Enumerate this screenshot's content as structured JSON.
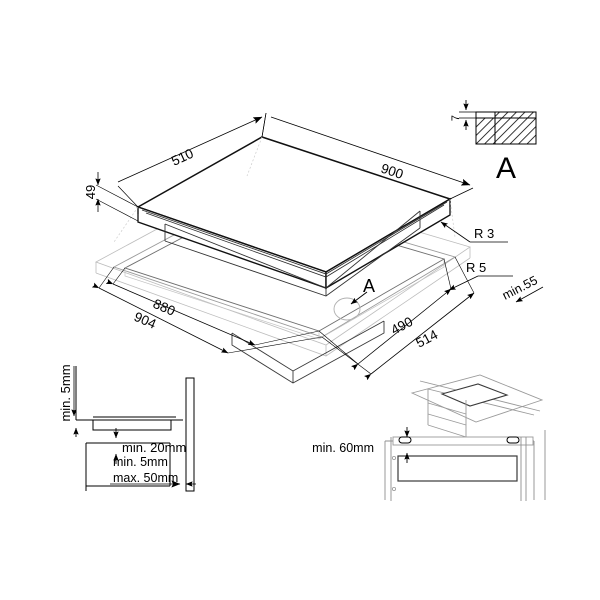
{
  "drawing": {
    "title": "Hob installation drawing",
    "type": "technical-installation-drawing",
    "background_color": "#ffffff",
    "line_color": "#000000",
    "faint_line_color": "#b9b9b9",
    "mid_line_color": "#8a8a8a"
  },
  "main_view": {
    "name": "isometric-exploded-view",
    "dimensions": {
      "width_top_left": "510",
      "width_top_right": "900",
      "thickness_left": "49",
      "cutout_long_inner": "880",
      "cutout_long_outer": "904",
      "cutout_short_inner": "490",
      "cutout_short_outer": "514"
    },
    "radii": {
      "corner_top": "R 3",
      "corner_cutout": "R 5"
    },
    "clearance": {
      "edge_min": "min.55"
    },
    "detail_callout": "A"
  },
  "detail_a": {
    "name": "detail-a-section",
    "label": "A",
    "dimension": "7"
  },
  "detail_bottom_left": {
    "name": "side-section-clearances",
    "labels": {
      "top_gap": "min. 5mm",
      "under_gap": "min. 20mm",
      "rear_min": "min. 5mm",
      "rear_max": "max. 50mm"
    }
  },
  "detail_bottom_right": {
    "name": "cabinet-drawer-clearance",
    "labels": {
      "drawer_gap": "min. 60mm"
    }
  }
}
